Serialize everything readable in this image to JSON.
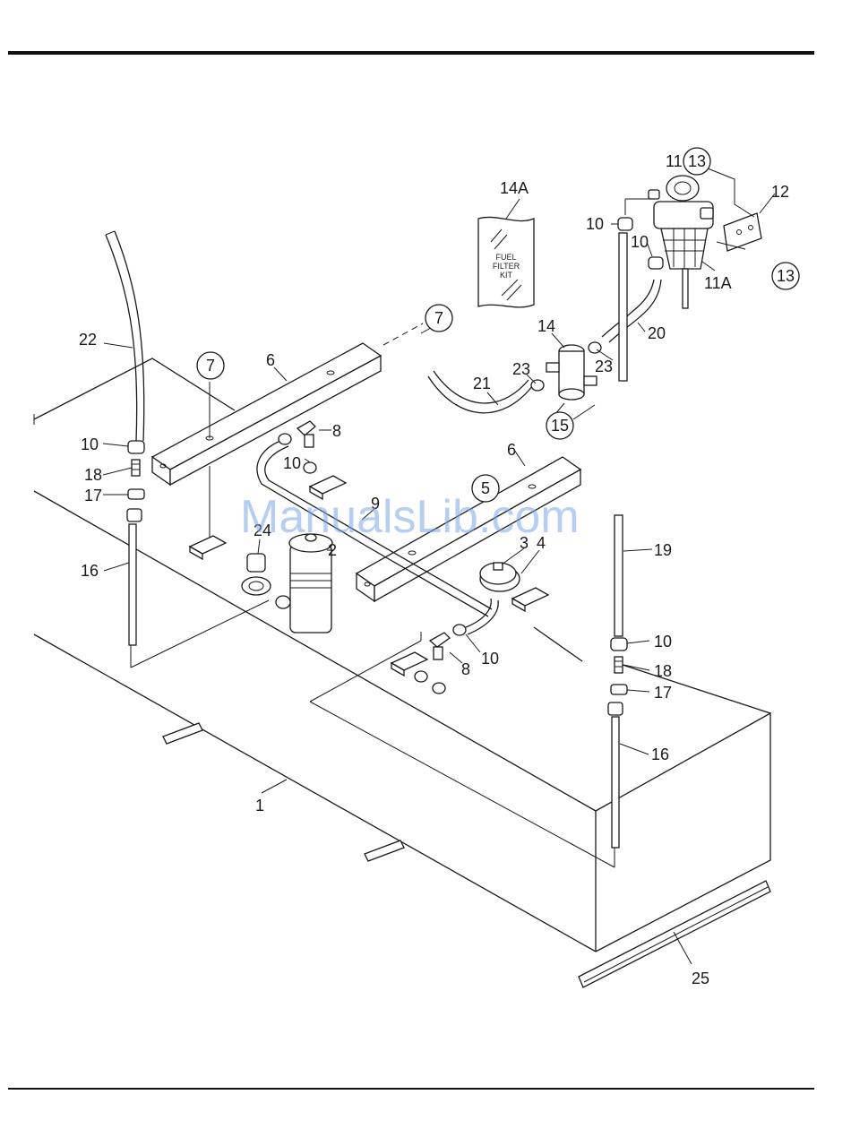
{
  "watermark": "ManualsLib.com",
  "kit": {
    "label": "14A",
    "lines": [
      "FUEL",
      "FILTER",
      "KIT"
    ]
  },
  "callouts": {
    "c1": "1",
    "c2": "2",
    "c3": "3",
    "c4": "4",
    "c5": "5",
    "c6a": "6",
    "c6b": "6",
    "c7a": "7",
    "c7b": "7",
    "c8a": "8",
    "c8b": "8",
    "c9": "9",
    "c10a": "10",
    "c10b": "10",
    "c10c": "10",
    "c10d": "10",
    "c10e": "10",
    "c10f": "10",
    "c10g": "10",
    "c11": "11",
    "c11a": "11A",
    "c12": "12",
    "c13a": "13",
    "c13b": "13",
    "c14": "14",
    "c15": "15",
    "c16a": "16",
    "c16b": "16",
    "c17a": "17",
    "c17b": "17",
    "c18a": "18",
    "c18b": "18",
    "c19": "19",
    "c20": "20",
    "c21": "21",
    "c22": "22",
    "c23a": "23",
    "c23b": "23",
    "c24": "24",
    "c25": "25"
  }
}
